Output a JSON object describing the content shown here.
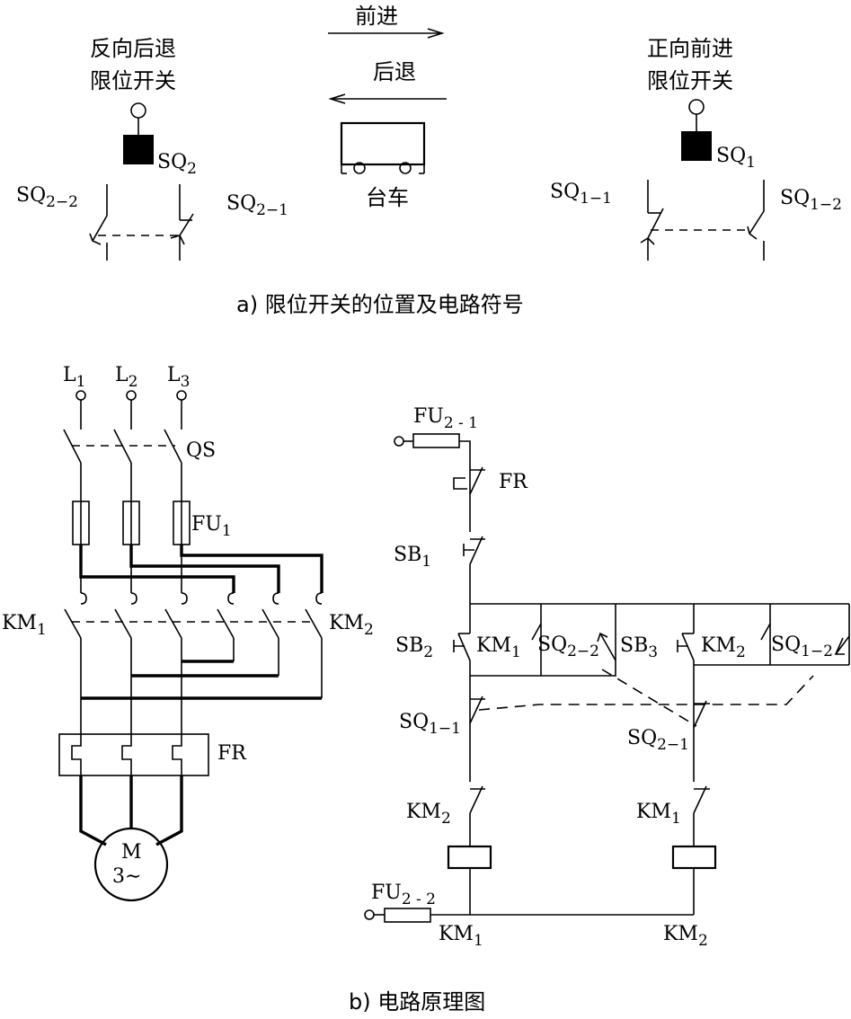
{
  "part_a": {
    "forward": "前进",
    "backward": "后退",
    "cart": "台车",
    "left_switch": {
      "line1": "反向后退",
      "line2": "限位开关",
      "name": "SQ",
      "sub": "2"
    },
    "right_switch": {
      "line1": "正向前进",
      "line2": "限位开关",
      "name": "SQ",
      "sub": "1"
    },
    "left_contacts": [
      {
        "name": "SQ",
        "sub": "2−2"
      },
      {
        "name": "SQ",
        "sub": "2−1"
      }
    ],
    "right_contacts": [
      {
        "name": "SQ",
        "sub": "1−1"
      },
      {
        "name": "SQ",
        "sub": "1−2"
      }
    ],
    "caption": "a) 限位开关的位置及电路符号"
  },
  "main_circuit": {
    "lines": [
      {
        "name": "L",
        "sub": "1"
      },
      {
        "name": "L",
        "sub": "2"
      },
      {
        "name": "L",
        "sub": "3"
      }
    ],
    "qs": "QS",
    "fu1": {
      "name": "FU",
      "sub": "1"
    },
    "km1": {
      "name": "KM",
      "sub": "1"
    },
    "km2": {
      "name": "KM",
      "sub": "2"
    },
    "fr": "FR",
    "motor": {
      "name": "M",
      "spec": "3∼"
    }
  },
  "control_circuit": {
    "fu21": {
      "name": "FU",
      "sub": "2 - 1"
    },
    "fr": "FR",
    "sb1": {
      "name": "SB",
      "sub": "1"
    },
    "sb2": {
      "name": "SB",
      "sub": "2"
    },
    "km1_aux": {
      "name": "KM",
      "sub": "1"
    },
    "sq22": {
      "name": "SQ",
      "sub": "2−2"
    },
    "sb3": {
      "name": "SB",
      "sub": "3"
    },
    "km2_aux": {
      "name": "KM",
      "sub": "2"
    },
    "sq12": {
      "name": "SQ",
      "sub": "1−2"
    },
    "sq11": {
      "name": "SQ",
      "sub": "1−1"
    },
    "sq21": {
      "name": "SQ",
      "sub": "2−1"
    },
    "km2_interlock": {
      "name": "KM",
      "sub": "2"
    },
    "km1_interlock": {
      "name": "KM",
      "sub": "1"
    },
    "fu22": {
      "name": "FU",
      "sub": "2 - 2"
    },
    "coil_km1": {
      "name": "KM",
      "sub": "1"
    },
    "coil_km2": {
      "name": "KM",
      "sub": "2"
    }
  },
  "caption_b": "b) 电路原理图"
}
